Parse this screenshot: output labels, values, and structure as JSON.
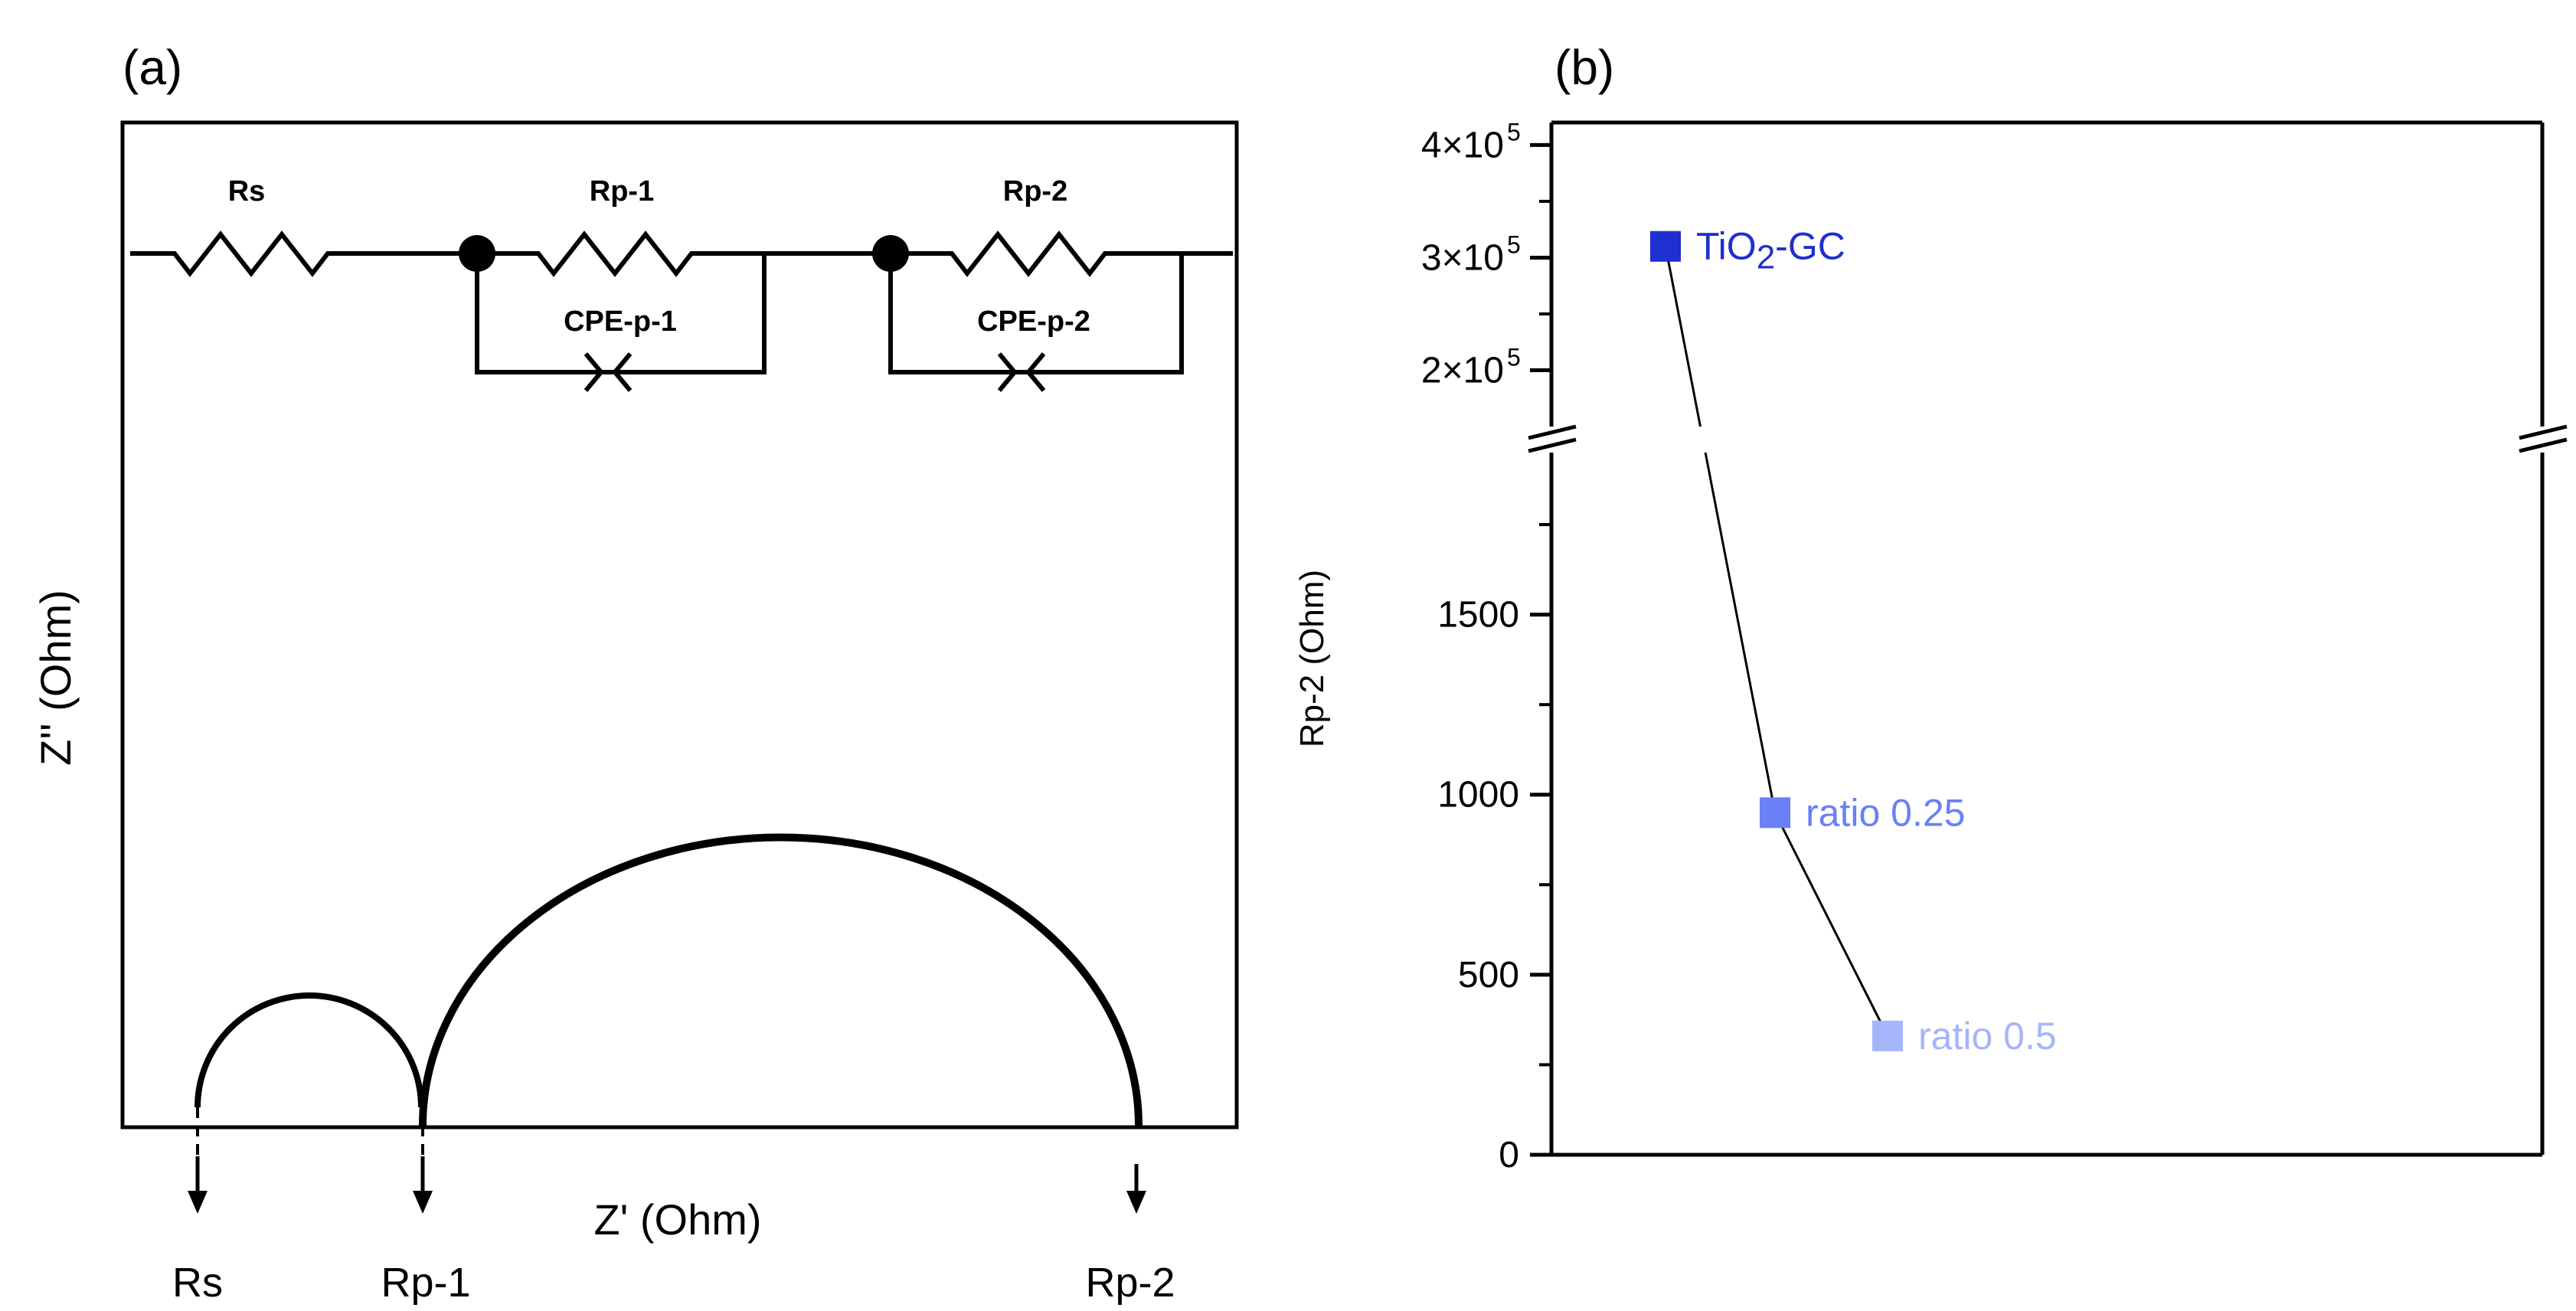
{
  "panel_a": {
    "label": "(a)",
    "circuit": {
      "rs": "Rs",
      "rp1": "Rp-1",
      "rp2": "Rp-2",
      "cpe1": "CPE-p-1",
      "cpe2": "CPE-p-2"
    },
    "y_axis_label": "Z'' (Ohm)",
    "x_axis_label": "Z' (Ohm)",
    "markers": [
      "Rs",
      "Rp-1",
      "Rp-2"
    ]
  },
  "chart_data": {
    "type": "line",
    "panel_label": "(b)",
    "title": "",
    "xlabel": "",
    "ylabel": "Rp-2 (Ohm)",
    "y_axis_break": true,
    "lower_ylim": [
      0,
      1950
    ],
    "lower_ticks": [
      "0",
      "500",
      "1000",
      "1500"
    ],
    "upper_ylim": [
      150000,
      420000
    ],
    "upper_ticks": [
      {
        "base": "2×10",
        "exp": "5"
      },
      {
        "base": "3×10",
        "exp": "5"
      },
      {
        "base": "4×10",
        "exp": "5"
      }
    ],
    "points": [
      {
        "label_main": "TiO",
        "label_sub": "2",
        "label_rest": "-GC",
        "value": 310000,
        "color": "#1f2fd0"
      },
      {
        "label_main": "ratio 0.25",
        "label_sub": "",
        "label_rest": "",
        "value": 950,
        "color": "#6a80f5"
      },
      {
        "label_main": "ratio 0.5",
        "label_sub": "",
        "label_rest": "",
        "value": 330,
        "color": "#a5b4fb"
      }
    ]
  }
}
